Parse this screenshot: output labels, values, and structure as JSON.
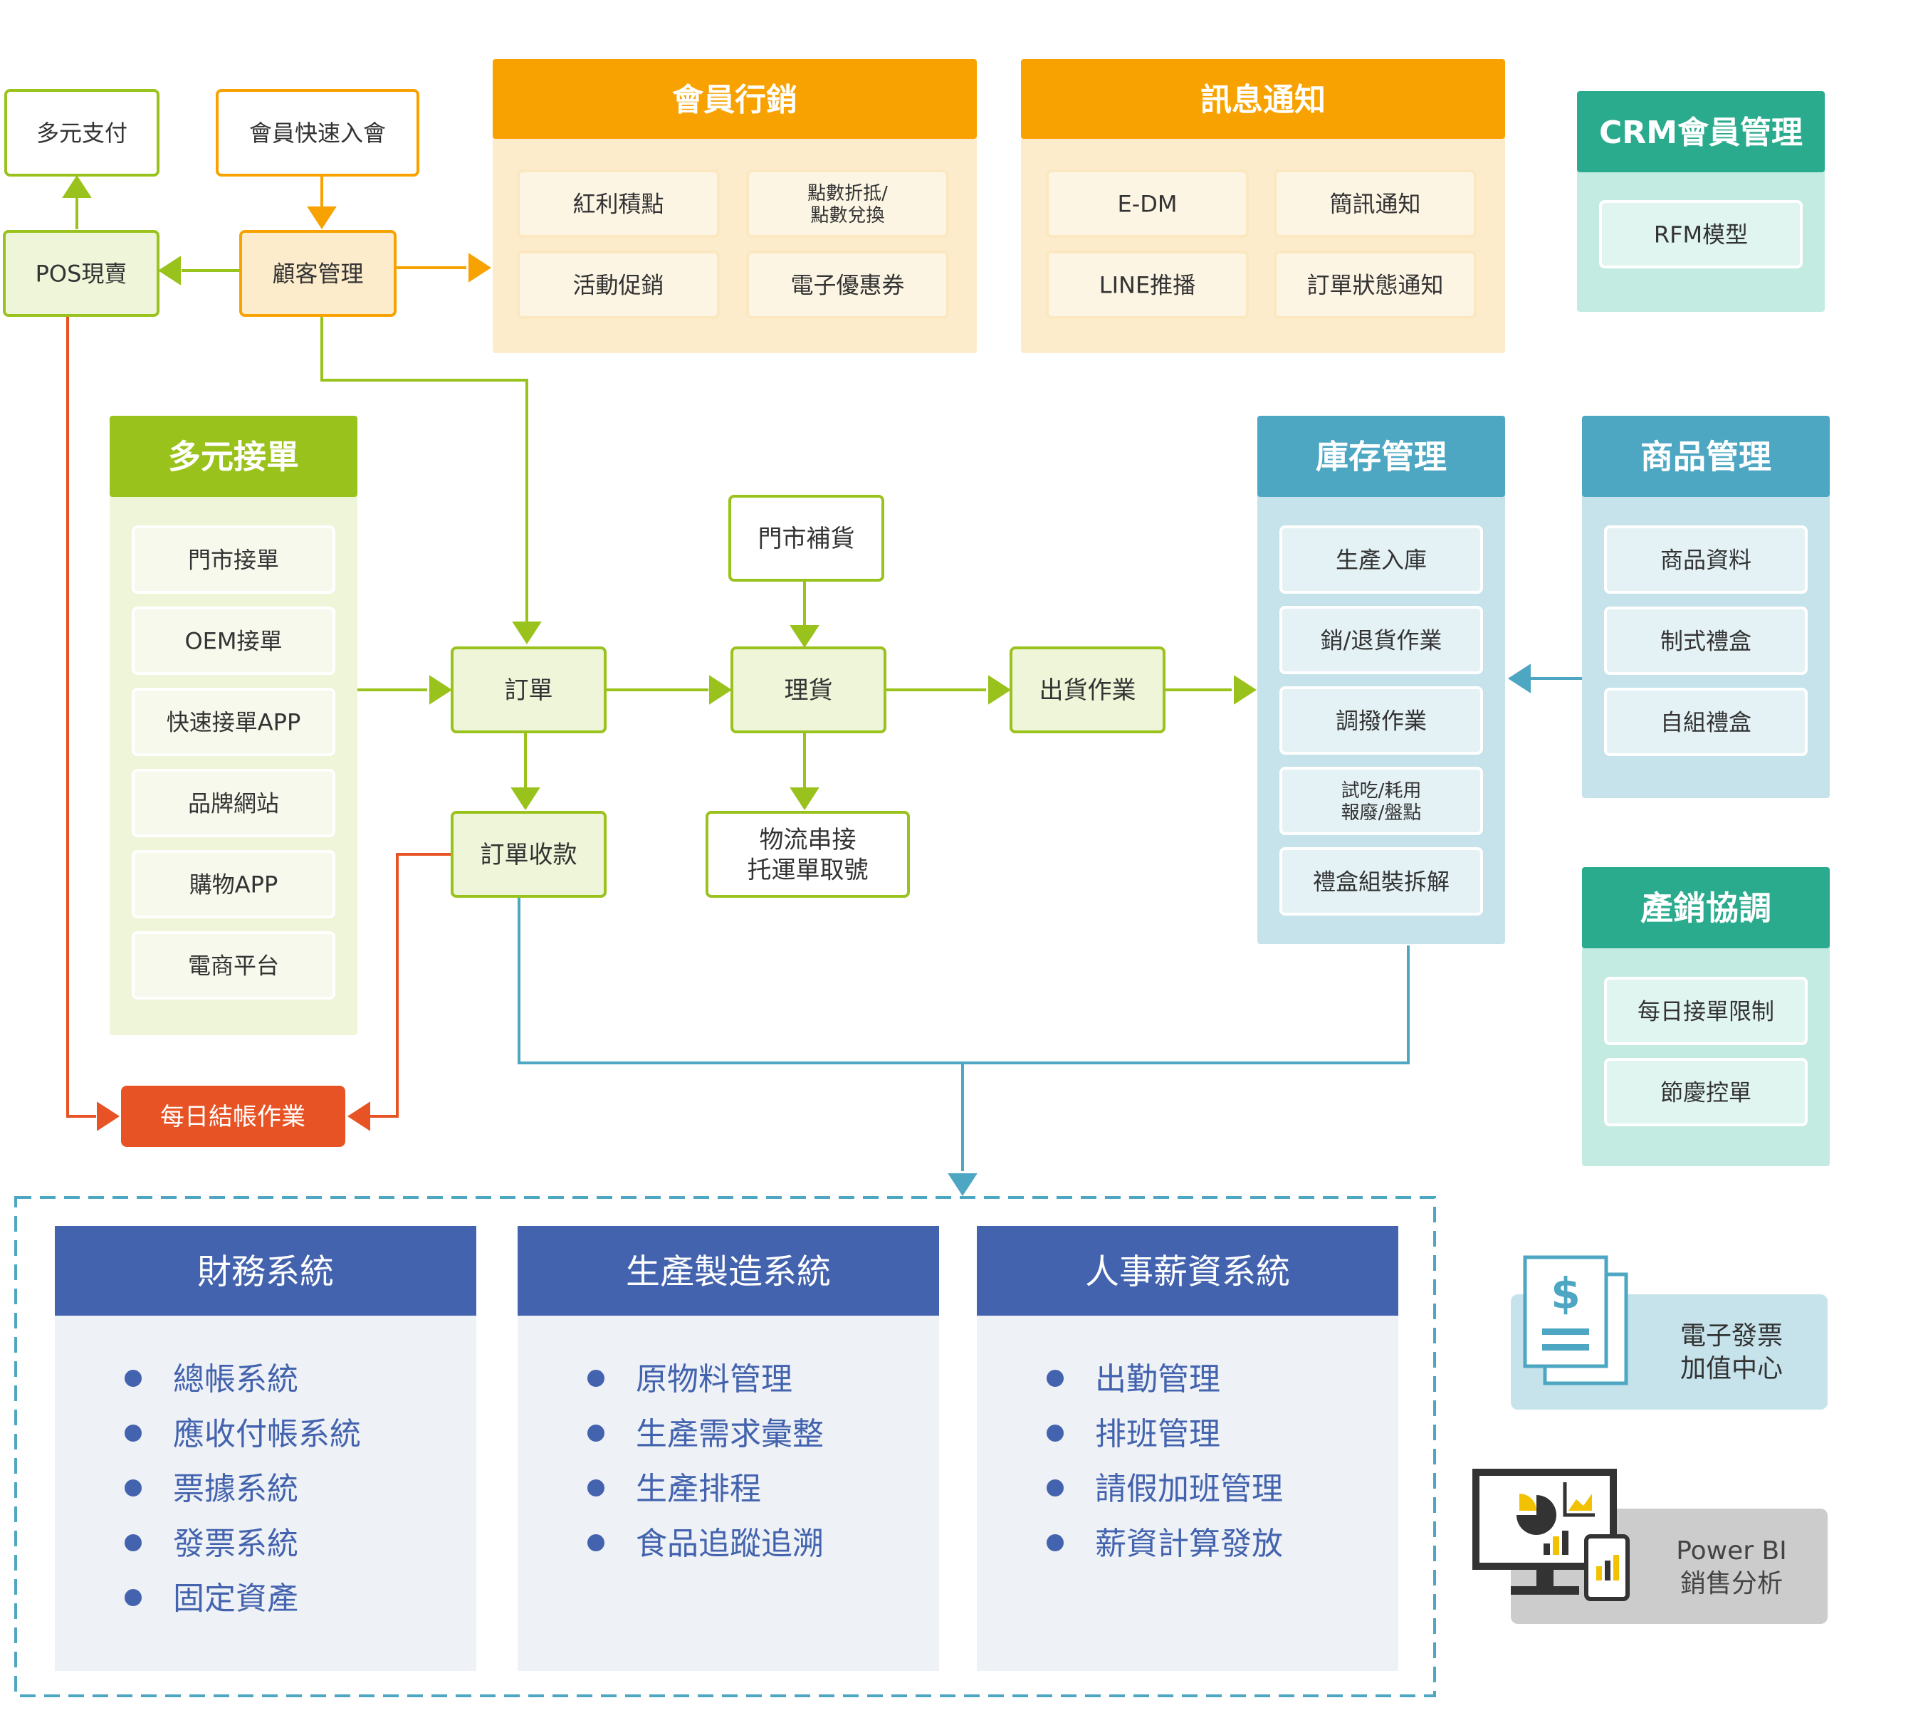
{
  "colors": {
    "orange": "#f7a200",
    "orange_light": "#fdeccb",
    "green": "#9ac21c",
    "green_light": "#eef5d8",
    "teal": "#2bab8d",
    "teal_light": "#c3ebe1",
    "blue": "#4da6c2",
    "blue_light": "#c6e3ec",
    "red": "#e85325",
    "navy": "#4363ae",
    "panel": "#eef1f6",
    "gray_panel": "#cccccc"
  },
  "top": {
    "multi_payment": "多元支付",
    "member_quick_join": "會員快速入會",
    "pos": "POS現賣",
    "customer_mgmt": "顧客管理"
  },
  "member_marketing": {
    "title": "會員行銷",
    "items": [
      "紅利積點",
      "點數折抵/\n點數兌換",
      "活動促銷",
      "電子優惠券"
    ]
  },
  "notification": {
    "title": "訊息通知",
    "items": [
      "E-DM",
      "簡訊通知",
      "LINE推播",
      "訂單狀態通知"
    ]
  },
  "crm": {
    "title": "CRM會員管理",
    "items": [
      "RFM模型"
    ]
  },
  "multi_order": {
    "title": "多元接單",
    "items": [
      "門市接單",
      "OEM接單",
      "快速接單APP",
      "品牌網站",
      "購物APP",
      "電商平台"
    ]
  },
  "flow": {
    "order": "訂單",
    "store_replenish": "門市補貨",
    "picking": "理貨",
    "shipping": "出貨作業",
    "payment": "訂單收款",
    "logistics": "物流串接\n托運單取號",
    "daily_close": "每日結帳作業"
  },
  "inventory": {
    "title": "庫存管理",
    "items": [
      "生產入庫",
      "銷/退貨作業",
      "調撥作業",
      "試吃/耗用\n報廢/盤點",
      "禮盒組裝拆解"
    ]
  },
  "product": {
    "title": "商品管理",
    "items": [
      "商品資料",
      "制式禮盒",
      "自組禮盒"
    ]
  },
  "coordination": {
    "title": "產銷協調",
    "items": [
      "每日接單限制",
      "節慶控單"
    ]
  },
  "finance": {
    "title": "財務系統",
    "items": [
      "總帳系統",
      "應收付帳系統",
      "票據系統",
      "發票系統",
      "固定資產"
    ]
  },
  "manufacturing": {
    "title": "生產製造系統",
    "items": [
      "原物料管理",
      "生產需求彙整",
      "生產排程",
      "食品追蹤追溯"
    ]
  },
  "hr": {
    "title": "人事薪資系統",
    "items": [
      "出勤管理",
      "排班管理",
      "請假加班管理",
      "薪資計算發放"
    ]
  },
  "einvoice": {
    "label": "電子發票\n加值中心",
    "icon": "dollar-document-icon"
  },
  "powerbi": {
    "label": "Power BI\n銷售分析",
    "icon": "monitor-chart-icon"
  }
}
